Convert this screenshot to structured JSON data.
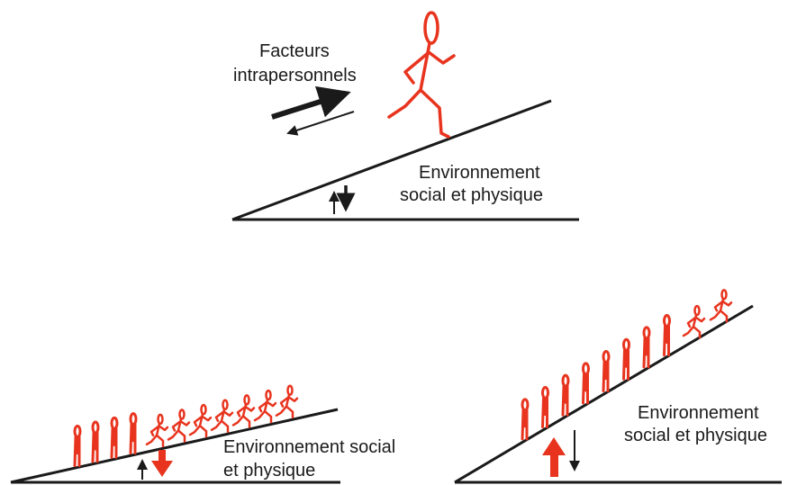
{
  "colors": {
    "figure": "#e8341e",
    "ink": "#1a1a1a"
  },
  "top_panel": {
    "factors_label_line1": "Facteurs",
    "factors_label_line2": "intrapersonnels",
    "environment_line1": "Environnement",
    "environment_line2": "social et physique"
  },
  "bottom_left_panel": {
    "environment_line1": "Environnement social",
    "environment_line2": "et physique",
    "standing_figures": 4,
    "running_figures": 7
  },
  "bottom_right_panel": {
    "environment_line1": "Environnement",
    "environment_line2": "social et physique",
    "standing_figures": 8,
    "running_figures": 2
  }
}
